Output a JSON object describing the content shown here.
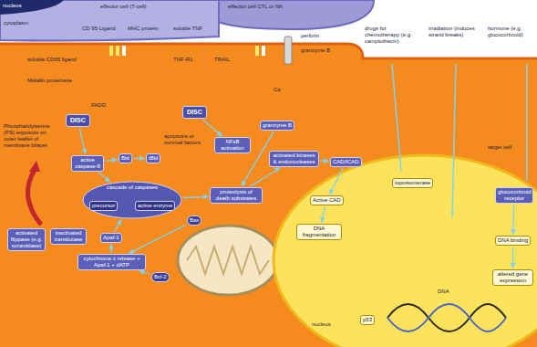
{
  "diagram": {
    "nodes": [
      {
        "text": [
          "DISC"
        ]
      },
      {
        "text": [
          "DISC"
        ]
      },
      {
        "text": [
          "NFκB activation"
        ]
      },
      {
        "text": [
          "granzyme B"
        ]
      },
      {
        "text": [
          "active caspase-8"
        ]
      },
      {
        "text": [
          "Bid"
        ]
      },
      {
        "text": [
          "tBid"
        ]
      },
      {
        "text": [
          "activated kinases & endonucleases"
        ]
      },
      {
        "text": [
          "CAD/ICAD"
        ]
      },
      {
        "text": [
          "cascade of caspases"
        ]
      },
      {
        "text": [
          "precursor"
        ],
        "in": 9
      },
      {
        "text": [
          "active enzyme"
        ],
        "in": 9
      },
      {
        "text": [
          "proteolysis of death substrates"
        ]
      },
      {
        "text": [
          "topoisomerase"
        ]
      },
      {
        "text": [
          "glucocorticoid receptor"
        ]
      },
      {
        "text": [
          "Active CAD"
        ]
      },
      {
        "text": [
          "DNA fragmentation"
        ]
      },
      {
        "text": [
          "activated flippase (e.g. scramblase)"
        ]
      },
      {
        "text": [
          "inactivated translocase"
        ]
      },
      {
        "text": [
          "Apaf-1"
        ]
      },
      {
        "text": [
          "Bax"
        ]
      },
      {
        "text": [
          "DNA binding"
        ]
      },
      {
        "text": [
          "cytochrome c release + Apaf-1 + dATP"
        ]
      },
      {
        "text": [
          "Bcl-2"
        ]
      },
      {
        "text": [
          "altered gene expression"
        ]
      },
      {
        "text": [
          "p53"
        ]
      }
    ],
    "edges": [
      {
        "from": 0,
        "to": 4,
        "arrow": "to"
      },
      {
        "from": 1,
        "to": 2,
        "arrow": "to"
      },
      {
        "from": 4,
        "to": 5,
        "arrow": "to"
      },
      {
        "from": 5,
        "to": 6,
        "arrow": "to"
      },
      {
        "from": 4,
        "to": 9,
        "arrow": "to"
      },
      {
        "from": 3,
        "to": 12,
        "arrow": "to"
      },
      {
        "from": 19,
        "to": 9,
        "arrow": "to"
      },
      {
        "from": 22,
        "to": 19,
        "arrow": "to"
      },
      {
        "from": 23,
        "to": 22,
        "arrow": "to"
      },
      {
        "from": 20,
        "to": 22,
        "arrow": "to"
      },
      {
        "from": 9,
        "to": 12,
        "arrow": "to"
      },
      {
        "from": 12,
        "to": 7,
        "arrow": "to"
      },
      {
        "from": 7,
        "to": 8,
        "arrow": "to"
      },
      {
        "from": 8,
        "to": 15,
        "arrow": "to"
      },
      {
        "from": 15,
        "to": 16,
        "arrow": "to"
      },
      {
        "from": 14,
        "to": 21,
        "arrow": "to"
      },
      {
        "from": 21,
        "to": 24,
        "arrow": "to"
      }
    ],
    "labels": [
      "nucleus",
      "effector cell (T-cell)",
      "effector cell CTL or NK",
      "cytoplasm",
      "CD 95 Ligand",
      "MHC protein",
      "soluble CD95 ligand",
      "Metallo proteinase",
      "soluble TNF",
      "TNF-R1",
      "TRAIL",
      "perforin",
      "granzyme B",
      "drugs for chemotherapy (e.g. camptothecin)",
      "irradiation (induces strand breaks)",
      "hormone (e.g. glucocorticoid)",
      "Phosphatidylserine (PS) exposure on outer leaflet of membrane bilayer",
      "target cell",
      "nucleus",
      "DNA",
      "Ca",
      "FADD",
      "apoptosis or survival factors"
    ]
  }
}
